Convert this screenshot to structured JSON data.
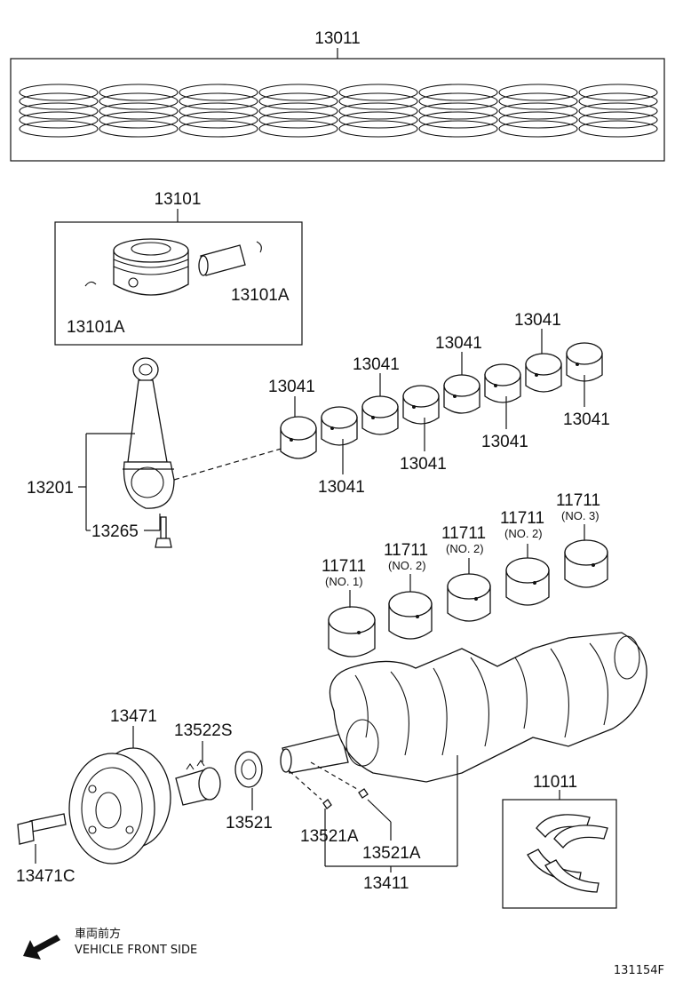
{
  "labels": {
    "piston_ring_set": "13011",
    "piston_with_pin": "13101",
    "snap_ring_right": "13101A",
    "snap_ring_left": "13101A",
    "rod_bearing_1": "13041",
    "rod_bearing_2": "13041",
    "rod_bearing_3": "13041",
    "rod_bearing_4": "13041",
    "rod_bearing_5": "13041",
    "rod_bearing_6": "13041",
    "rod_bearing_7": "13041",
    "rod_bearing_8": "13041",
    "connecting_rod": "13201",
    "rod_bolt": "13265",
    "main_bearing_no1": "11711",
    "main_bearing_no1_sub": "(NO. 1)",
    "main_bearing_no2a": "11711",
    "main_bearing_no2a_sub": "(NO. 2)",
    "main_bearing_no2b": "11711",
    "main_bearing_no2b_sub": "(NO. 2)",
    "main_bearing_no2c": "11711",
    "main_bearing_no2c_sub": "(NO. 2)",
    "main_bearing_no3": "11711",
    "main_bearing_no3_sub": "(NO. 3)",
    "crank_pulley": "13471",
    "pulley_bolt": "13471C",
    "timing_sprocket": "13522S",
    "crank_gear": "13521",
    "key_left": "13521A",
    "key_right": "13521A",
    "crankshaft": "13411",
    "thrust_washer_set": "11011"
  },
  "orientation": {
    "japanese": "車両前方",
    "english": "VEHICLE FRONT SIDE"
  },
  "figure_id": "131154F"
}
